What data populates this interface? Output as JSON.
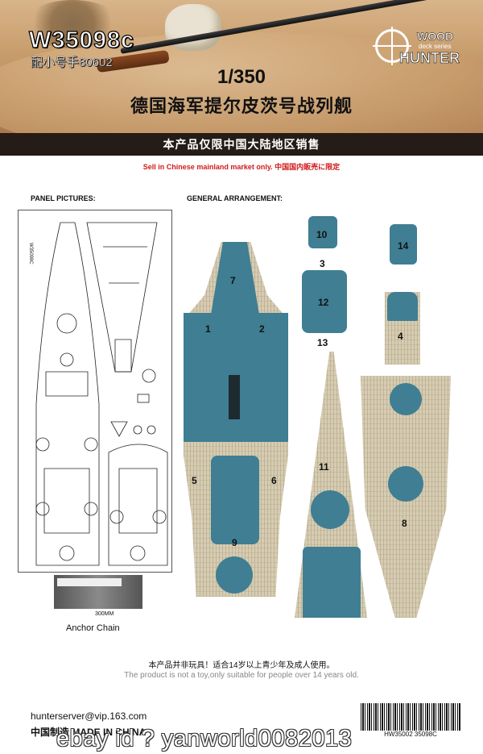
{
  "header": {
    "product_code": "W35098c",
    "compat_code": "配小号手80602",
    "scale": "1/350",
    "title": "德国海军提尔皮茨号战列舰"
  },
  "brand": {
    "wood": "WOOD",
    "series": "deck series",
    "hunter": "HUNTER"
  },
  "band": {
    "text": "本产品仅限中国大陆地区销售"
  },
  "notice": "Sell in Chinese mainland market only. 中国国内販売に限定",
  "sections": {
    "panel": "PANEL PICTURES:",
    "arrangement": "GENERAL ARRANGEMENT:"
  },
  "fret_label": "W35098C",
  "chain": {
    "label": "Anchor Chain",
    "length": "300MM"
  },
  "parts": {
    "p1": "1",
    "p2": "2",
    "p3": "3",
    "p4": "4",
    "p5": "5",
    "p6": "6",
    "p7": "7",
    "p8": "8",
    "p9": "9",
    "p10": "10",
    "p11": "11",
    "p12": "12",
    "p13": "13",
    "p14": "14"
  },
  "warning": {
    "cn": "本产品并非玩具！适合14岁以上青少年及成人使用。",
    "en": "The product is not a toy,only suitable for people over 14 years old."
  },
  "footer": {
    "email": "hunterserver@vip.163.com",
    "made": "中国制造 MADE IN CHINA",
    "barcode_text": "HW35002 35098C"
  },
  "watermark": "ebay id ? yanworld0082013",
  "colors": {
    "band": "#251b17",
    "notice_red": "#d21a1a",
    "deck_blue": "#3f7e93",
    "deck_wood": "#d6ccb2"
  }
}
